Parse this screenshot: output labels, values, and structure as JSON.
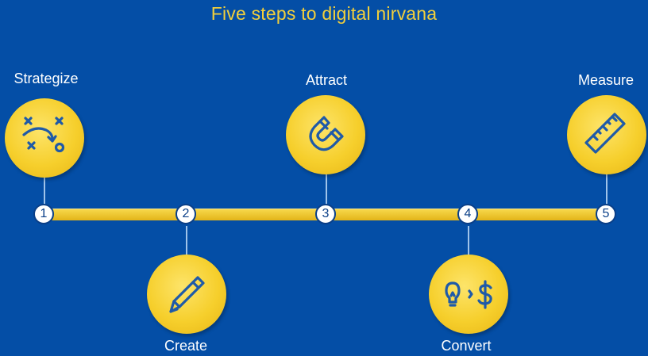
{
  "title": "Five steps to digital nirvana",
  "steps": [
    {
      "number": "1",
      "label": "Strategize",
      "icon": "strategy-play-icon"
    },
    {
      "number": "2",
      "label": "Create",
      "icon": "pencil-icon"
    },
    {
      "number": "3",
      "label": "Attract",
      "icon": "magnet-icon"
    },
    {
      "number": "4",
      "label": "Convert",
      "icon": "lightbulb-to-dollar-icon"
    },
    {
      "number": "5",
      "label": "Measure",
      "icon": "ruler-icon"
    }
  ],
  "colors": {
    "background": "#044ea6",
    "accent": "#f2cf3b",
    "icon_stroke": "#1f5aa8",
    "marker_border": "#0a3f88"
  }
}
